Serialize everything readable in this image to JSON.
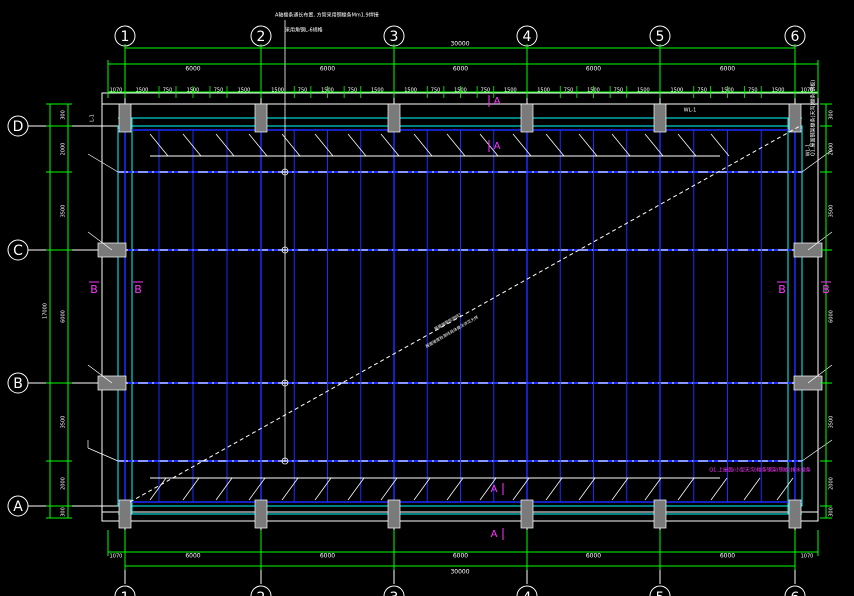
{
  "colors": {
    "background": "#000000",
    "white": "#ffffff",
    "green": "#00ff00",
    "cyan": "#00ffff",
    "blue": "#1a2cff",
    "magenta": "#ff33ff",
    "column_fill": "#7a7a7a",
    "column_fill_dark": "#4a4a4a",
    "dashed": "#ffffff"
  },
  "axes": {
    "numbered": [
      "1",
      "2",
      "3",
      "4",
      "5",
      "6"
    ],
    "lettered": [
      "D",
      "C",
      "B",
      "A"
    ]
  },
  "dimensions": {
    "top_total": "30000",
    "bottom_total": "30000",
    "top_bays": [
      "6000",
      "6000",
      "6000",
      "6000",
      "6000"
    ],
    "bottom_bays": [
      "6000",
      "6000",
      "6000",
      "6000",
      "6000"
    ],
    "top_edge_left": "1070",
    "top_edge_right": "1070",
    "bottom_edge_left": "1070",
    "bottom_edge_right": "1070",
    "purlin_spacing": [
      "1500",
      "750",
      "1500",
      "750",
      "1500"
    ],
    "left_total": "17000",
    "left_segments": [
      "300",
      "2000",
      "3500",
      "6000",
      "3500",
      "2000",
      "300"
    ],
    "right_segments": [
      "300",
      "2000",
      "3500",
      "6000",
      "3500",
      "2000",
      "300"
    ]
  },
  "labels": {
    "section_a_top": "A",
    "section_a_top_inner": "A",
    "section_a_bottom": "A",
    "section_a_bottom_inner": "A",
    "section_b_left_outer": "B",
    "section_b_left_inner": "B",
    "section_b_right_outer": "B",
    "section_b_right_inner": "B",
    "top_note_line1": "A轴檩条通长布置, 方管采用钢檩条Mm1.9焊接",
    "top_note_line2": "采用角钢L-6规格",
    "right_note": "Q1.屋面钢架檩条(天沟)檩条(钢板)",
    "bottom_right_note": "Q1.上屋面(小型天沟)檩条钢架(钢板)排水檩条",
    "diagonal_line1": "屋面坡度检测线1",
    "diagonal_line2": "屋面坡度检测线具体做法详见大样",
    "small_tag_top": "WL-1",
    "small_tag_left": "L-1",
    "small_tag_right": "WL-1"
  }
}
